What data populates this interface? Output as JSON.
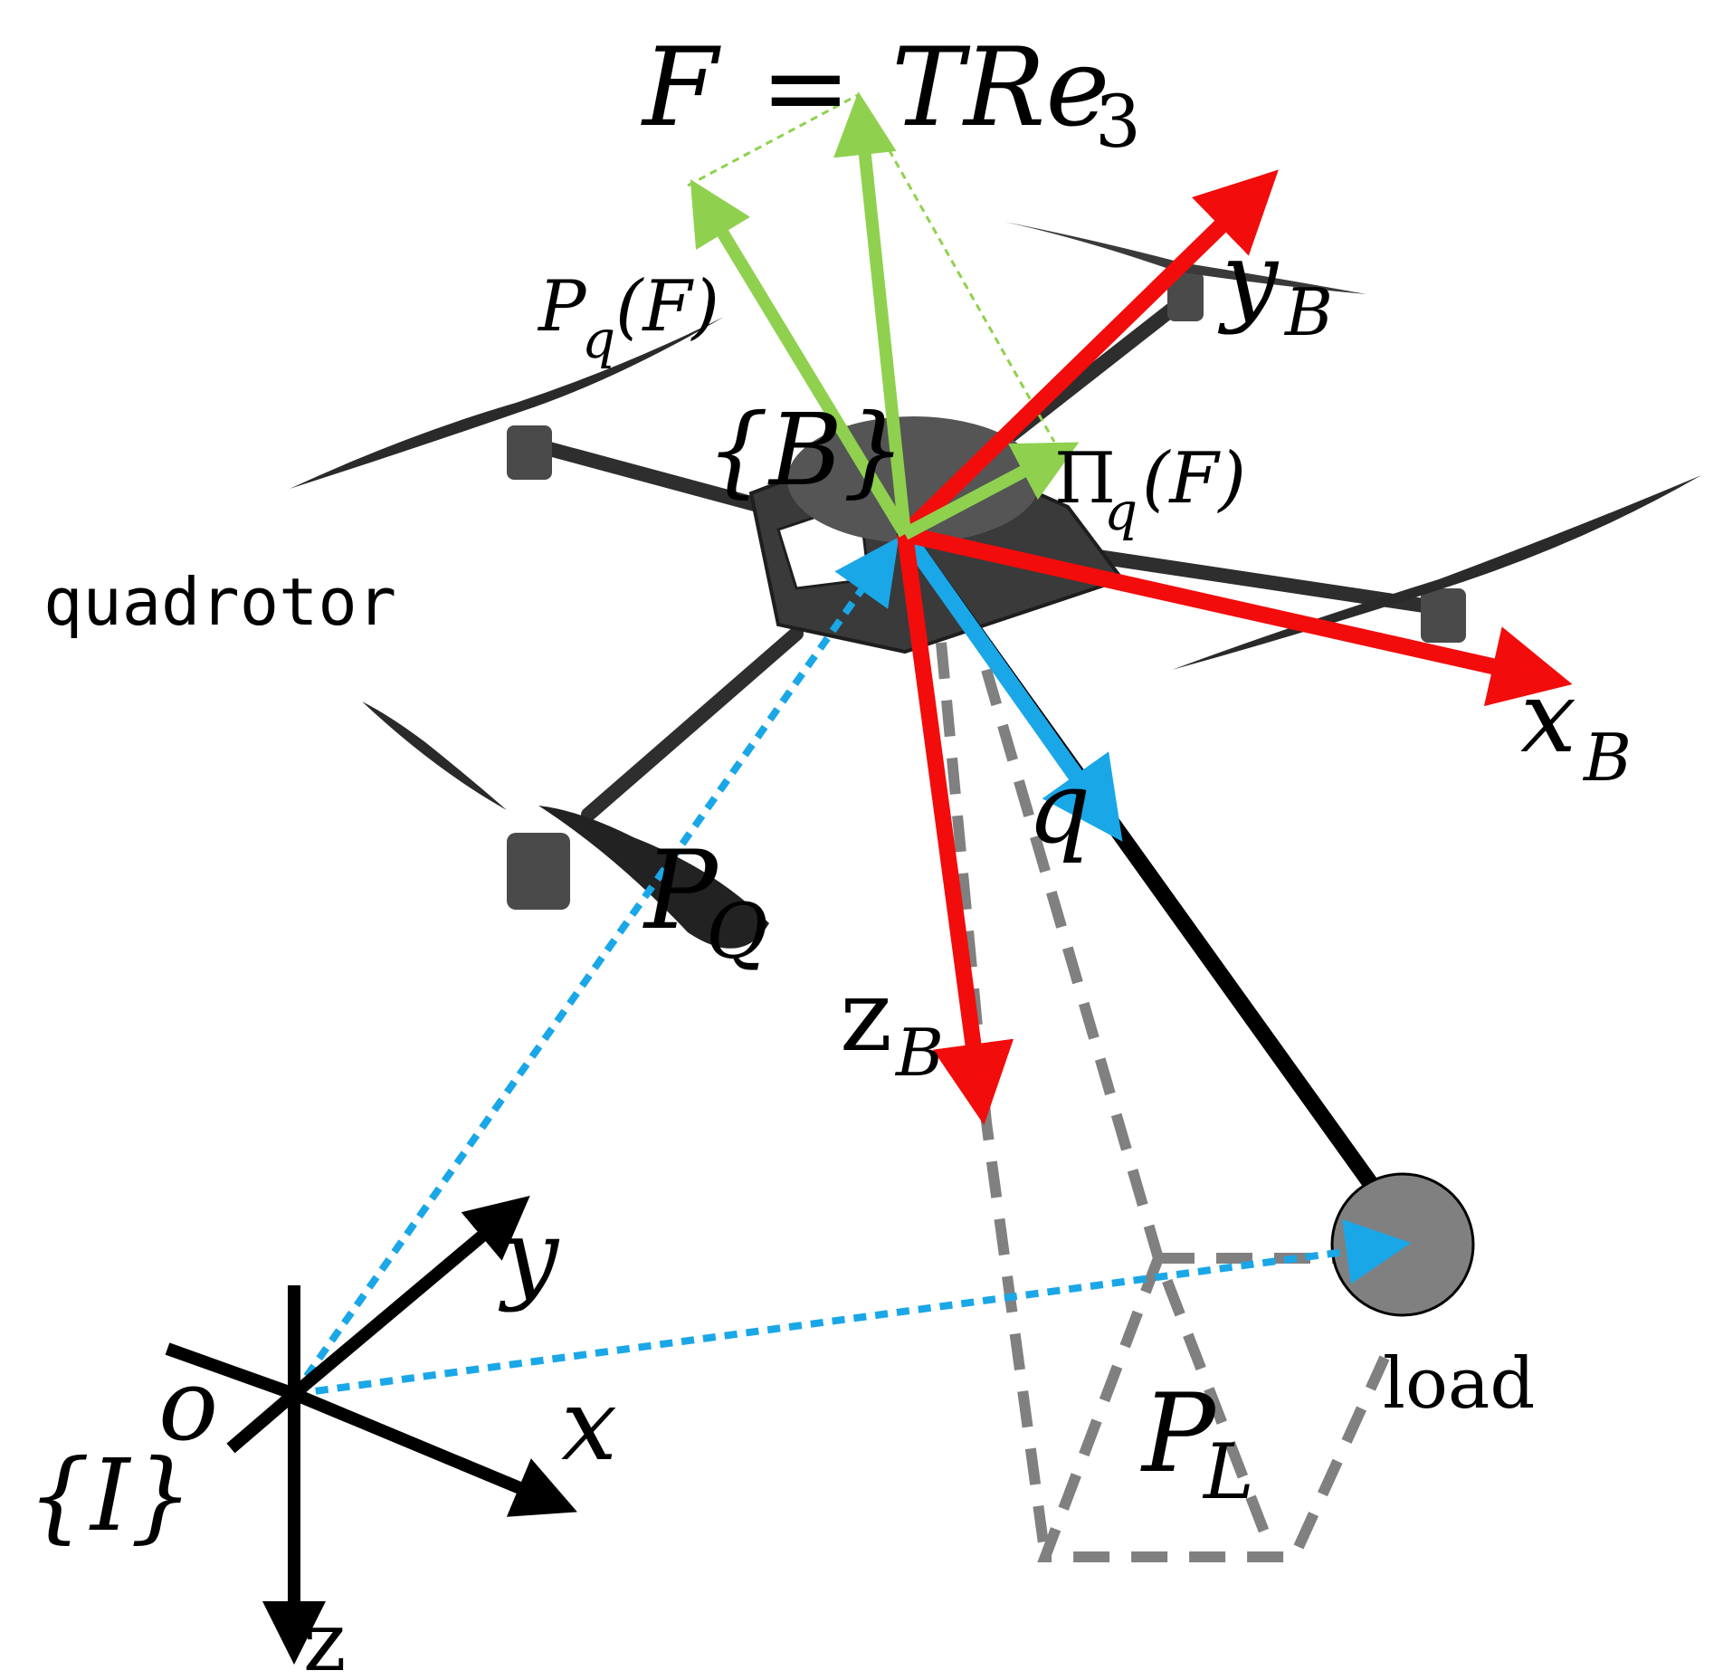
{
  "title_equation": {
    "lhs": "F",
    "eq": "=",
    "rhs": "TRe",
    "rhs_sub": "3"
  },
  "labels": {
    "quadrotor": "quadrotor",
    "load": "load",
    "body_frame": "{B}",
    "inertial_frame": "{I}",
    "origin": "o",
    "axis_x": "x",
    "axis_y": "y",
    "axis_z": "z",
    "xB": "x",
    "xB_sub": "B",
    "yB": "y",
    "yB_sub": "B",
    "zB": "z",
    "zB_sub": "B",
    "q": "q",
    "PQ": "P",
    "PQ_sub": "Q",
    "PL": "P",
    "PL_sub": "L",
    "Pq_main": "P",
    "Pq_sub": "q",
    "Pq_arg": "(F)",
    "Piq_main": "Π",
    "Piq_sub": "q",
    "Piq_arg": "(F)"
  },
  "colors": {
    "body_axes": "#f20c0c",
    "force_vectors": "#8fd14f",
    "position_vectors": "#1aa7e8",
    "inertial_axes": "#000000",
    "cable": "#000000",
    "load_fill": "#808080",
    "ghost_dashes": "#808080",
    "drone_body": "#3a3a3a"
  }
}
